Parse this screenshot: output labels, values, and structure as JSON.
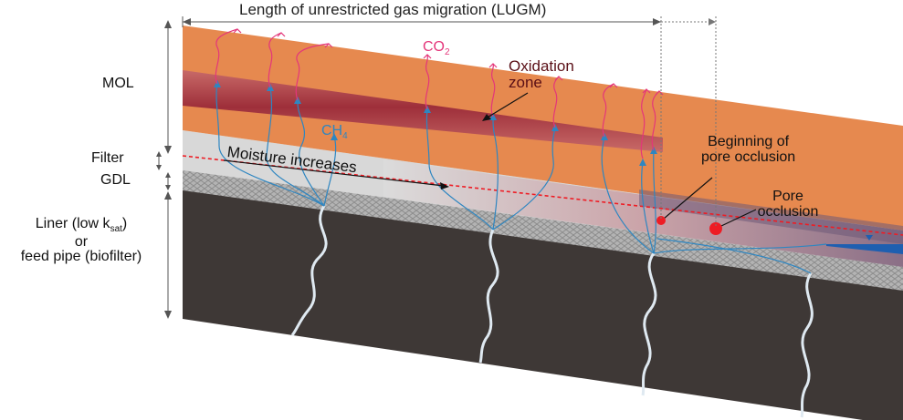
{
  "title": "Length of unrestricted gas migration (LUGM)",
  "layers": {
    "mol": "MOL",
    "filter": "Filter",
    "gdl": "GDL",
    "liner_line1": "Liner (low k",
    "liner_sub": "sat",
    "liner_line1_end": ")",
    "liner_line2": "or",
    "liner_line3": "feed pipe (biofilter)"
  },
  "gases": {
    "co2_main": "CO",
    "co2_sub": "2",
    "ch4_main": "CH",
    "ch4_sub": "4"
  },
  "annotations": {
    "oxidation_line1": "Oxidation",
    "oxidation_line2": "zone",
    "moisture": "Moisture increases",
    "beginning_line1": "Beginning of",
    "beginning_line2": "pore occlusion",
    "pore_line1": "Pore",
    "pore_line2": "occlusion"
  },
  "colors": {
    "mol": "#e6894f",
    "oxidation_zone": "#a83a45",
    "filter": "#d6d6d6",
    "gdl": "#a9a9a9",
    "liner": "#3e3836",
    "co2_arrow": "#e4367a",
    "ch4_arrow": "#2e86c1",
    "occlusion_dot": "#ee1c24",
    "water": "#1f5fb0"
  }
}
